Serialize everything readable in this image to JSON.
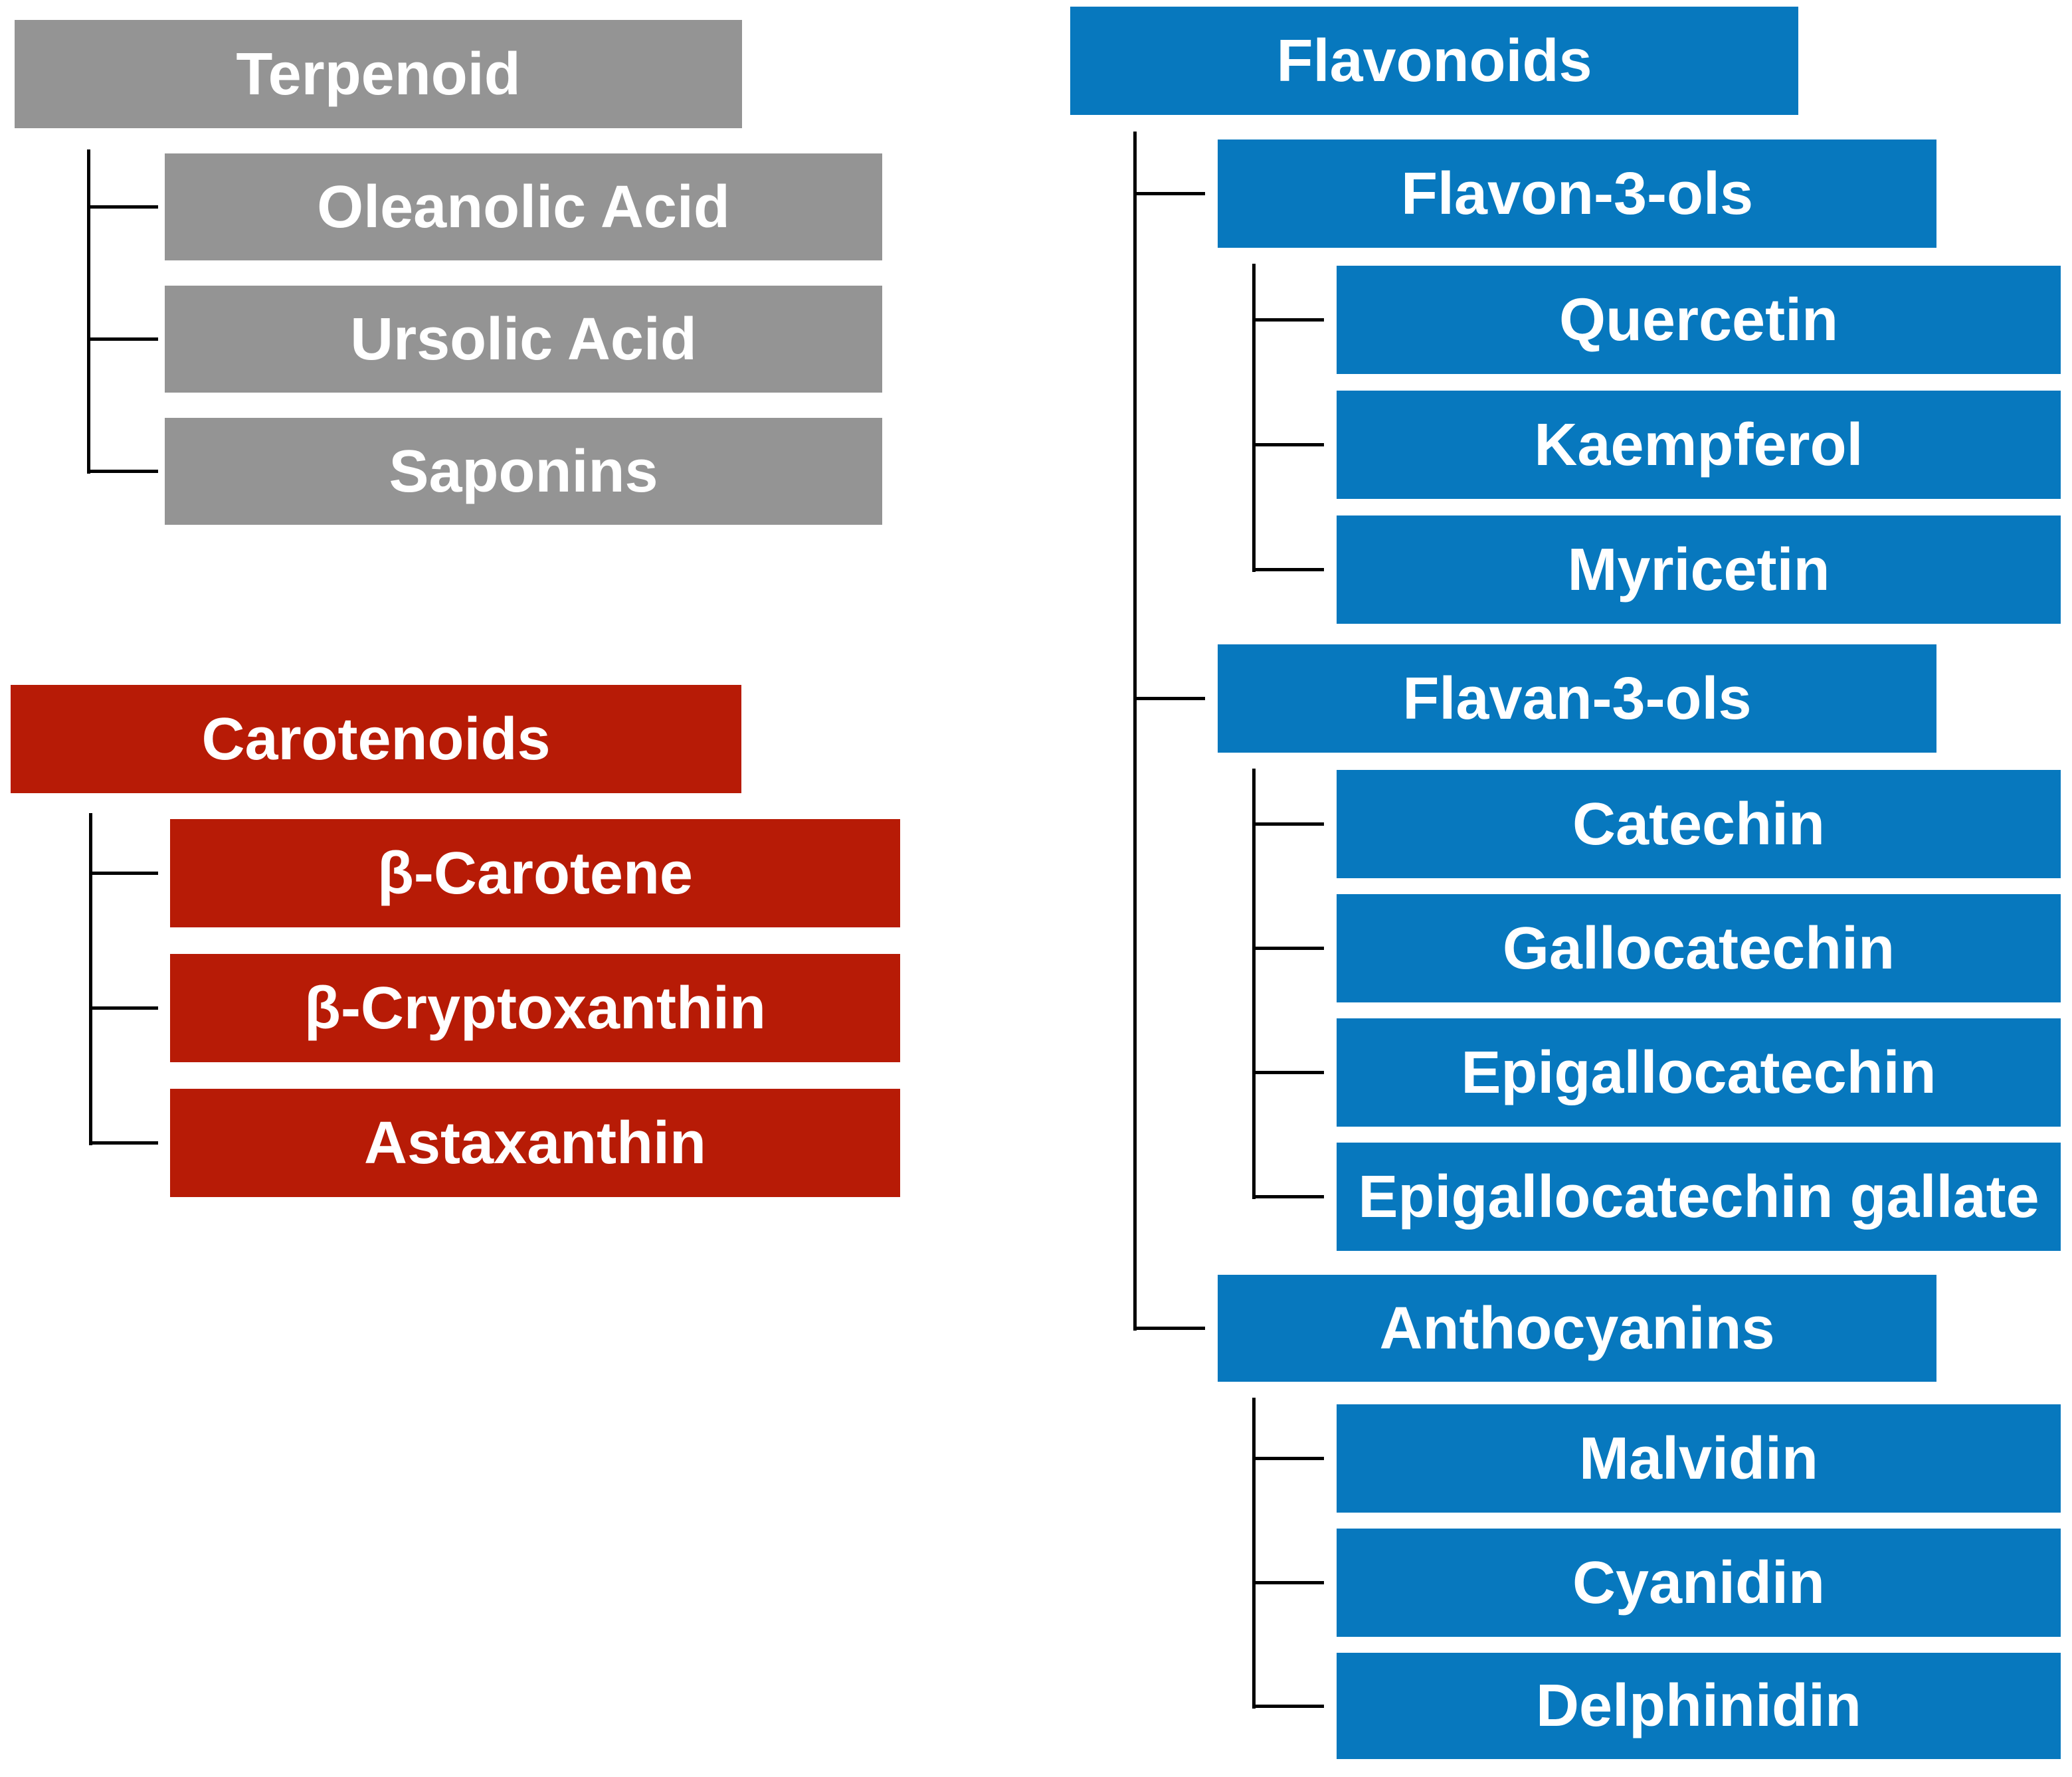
{
  "colors": {
    "terpenoid_group": "#949494",
    "carotenoid_group": "#B71B06",
    "flavonoid_group": "#0778BE",
    "connector": "#000000",
    "label_text": "#FFFFFF",
    "background": "#FFFFFF"
  },
  "trees": [
    {
      "label": "Terpenoid",
      "color": "#949494",
      "children": [
        {
          "label": "Oleanolic Acid"
        },
        {
          "label": "Ursolic Acid"
        },
        {
          "label": "Saponins"
        }
      ]
    },
    {
      "label": "Carotenoids",
      "color": "#B71B06",
      "children": [
        {
          "label": "β-Carotene"
        },
        {
          "label": "β-Cryptoxanthin"
        },
        {
          "label": "Astaxanthin"
        }
      ]
    },
    {
      "label": "Flavonoids",
      "color": "#0778BE",
      "children": [
        {
          "label": "Flavon-3-ols",
          "children": [
            {
              "label": "Quercetin"
            },
            {
              "label": "Kaempferol"
            },
            {
              "label": "Myricetin"
            }
          ]
        },
        {
          "label": "Flavan-3-ols",
          "children": [
            {
              "label": "Catechin"
            },
            {
              "label": "Gallocatechin"
            },
            {
              "label": "Epigallocatechin"
            },
            {
              "label": "Epigallocatechin gallate"
            }
          ]
        },
        {
          "label": "Anthocyanins",
          "children": [
            {
              "label": "Malvidin"
            },
            {
              "label": "Cyanidin"
            },
            {
              "label": "Delphinidin"
            }
          ]
        }
      ]
    }
  ]
}
